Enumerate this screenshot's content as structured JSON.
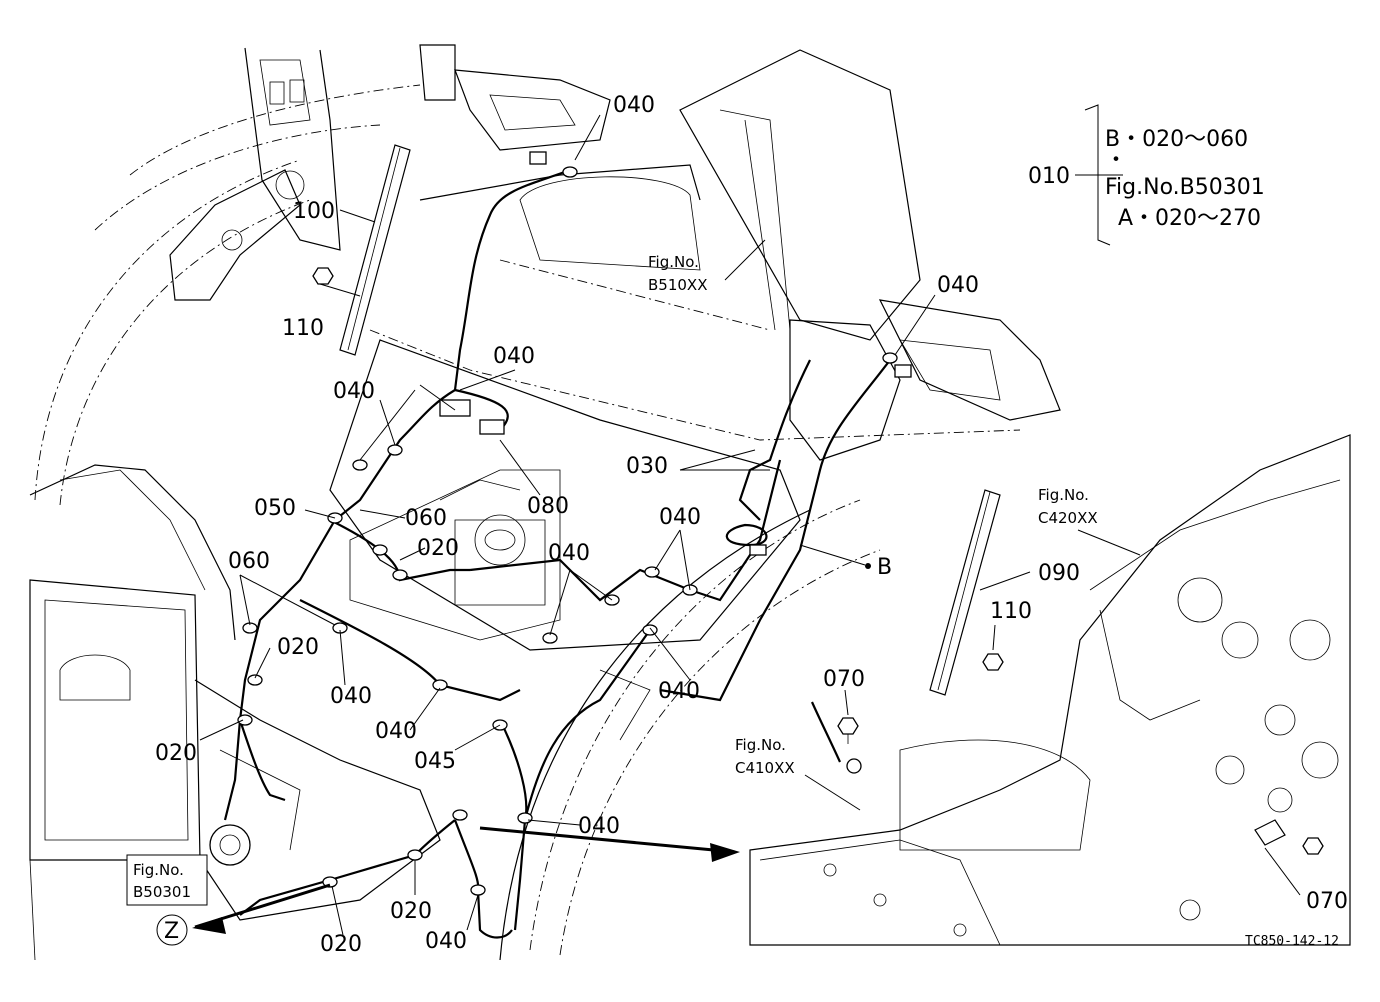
{
  "legend": {
    "item": "010",
    "line1": "B・020～060",
    "dot": "・",
    "line2": "Fig.No.B50301",
    "line3": "A・020～270"
  },
  "labels": {
    "l040_top": "040",
    "l100": "100",
    "l110_left": "110",
    "fig_b510_1": "Fig.No.",
    "fig_b510_2": "B510XX",
    "l040_right_top": "040",
    "l040_mid": "040",
    "l040_left": "040",
    "l030": "030",
    "l080": "080",
    "l050": "050",
    "l060_mid": "060",
    "l020_mid": "020",
    "l040_center": "040",
    "l040_center2": "040",
    "l060_left": "060",
    "l020_left": "020",
    "l040_low": "040",
    "l040_low2": "040",
    "l040_right_low": "040",
    "l045": "045",
    "l020_lower_left": "020",
    "lB": "B",
    "l090": "090",
    "l110_right": "110",
    "fig_c420_1": "Fig.No.",
    "fig_c420_2": "C420XX",
    "l070_top": "070",
    "fig_c410_1": "Fig.No.",
    "fig_c410_2": "C410XX",
    "l040_bottom_mid": "040",
    "fig_b50301_1": "Fig.No.",
    "fig_b50301_2": "B50301",
    "lZ": "Z",
    "l020_bottom1": "020",
    "l020_bottom2": "020",
    "l040_bottom": "040",
    "l070_right": "070",
    "drawing_code": "TC850-142-12"
  }
}
